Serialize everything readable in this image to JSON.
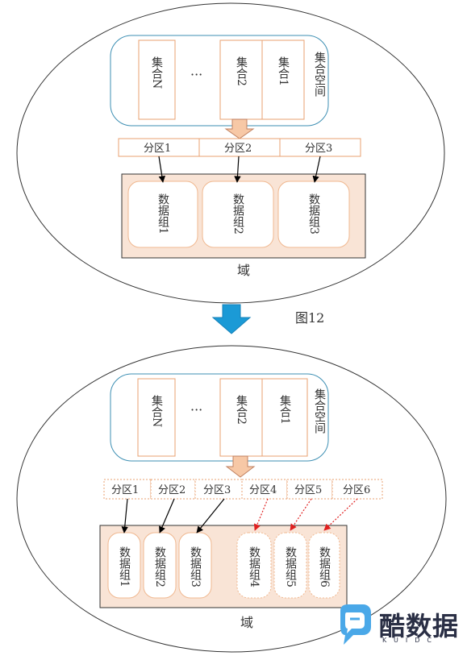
{
  "top": {
    "collection_n": "集合N",
    "ellipsis": "···",
    "collection_2": "集合2",
    "collection_1": "集合1",
    "collection_space": "集合空间",
    "partitions": [
      "分区1",
      "分区2",
      "分区3"
    ],
    "groups": [
      "数据组1",
      "数据组2",
      "数据组3"
    ],
    "domain": "域"
  },
  "caption": "图12",
  "bottom": {
    "collection_n": "集合N",
    "ellipsis": "···",
    "collection_2": "集合2",
    "collection_1": "集合1",
    "collection_space": "集合空间",
    "partitions": [
      "分区1",
      "分区2",
      "分区3",
      "分区4",
      "分区5",
      "分区6"
    ],
    "groups": [
      "数据组1",
      "数据组2",
      "数据组3",
      "数据组4",
      "数据组5",
      "数据组6"
    ],
    "domain": "域"
  },
  "watermark": {
    "name": "酷数据",
    "sub": "KUIDC"
  },
  "colors": {
    "domain_fill": "#f9e4d6",
    "group_border": "#f0b890",
    "partition_border": "#e8a070",
    "space_border": "#3d8fb3",
    "down_arrow": "#1b9ad6",
    "hollow_arrow_fill": "#f7c8a6",
    "dotted_arrow": "#e02020"
  }
}
